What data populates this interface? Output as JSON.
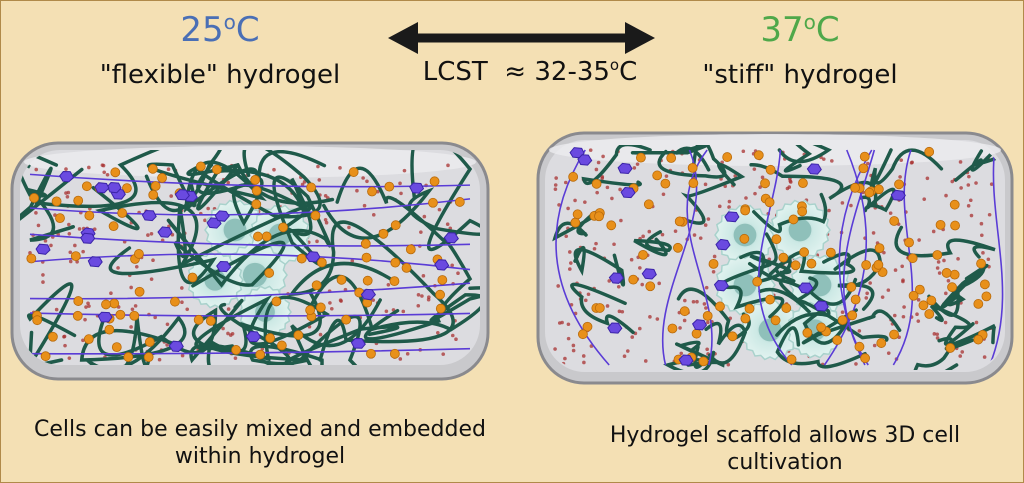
{
  "left_panel": {
    "temperature_value": "25",
    "temperature_degree": "o",
    "temperature_unit": "C",
    "state_label": "\"flexible\" hydrogel",
    "caption_line1": "Cells can be easily mixed and embedded",
    "caption_line2": "within hydrogel"
  },
  "right_panel": {
    "temperature_value": "37",
    "temperature_degree": "o",
    "temperature_unit": "C",
    "state_label": "\"stiff\" hydrogel",
    "caption_line1": "Hydrogel scaffold allows 3D cell",
    "caption_line2": "cultivation"
  },
  "transition": {
    "lcst_label": "LCST",
    "approx_symbol": "≈",
    "range_text": "32-35",
    "degree": "o",
    "unit": "C"
  },
  "colors": {
    "background": "#f4e0b4",
    "cold_temperature": "#4a6fb5",
    "warm_temperature": "#4fa84a",
    "polymer_strand": "#1f5a4a",
    "crosslinker": "#5a3cd6",
    "particle_orange": "#e8901a",
    "particle_red": "#a83232",
    "cell": "#bfe3df",
    "container": "#d2d2d4"
  },
  "icons": [
    "double-arrow-icon",
    "hydrogel-container-icon",
    "cell-icon"
  ]
}
